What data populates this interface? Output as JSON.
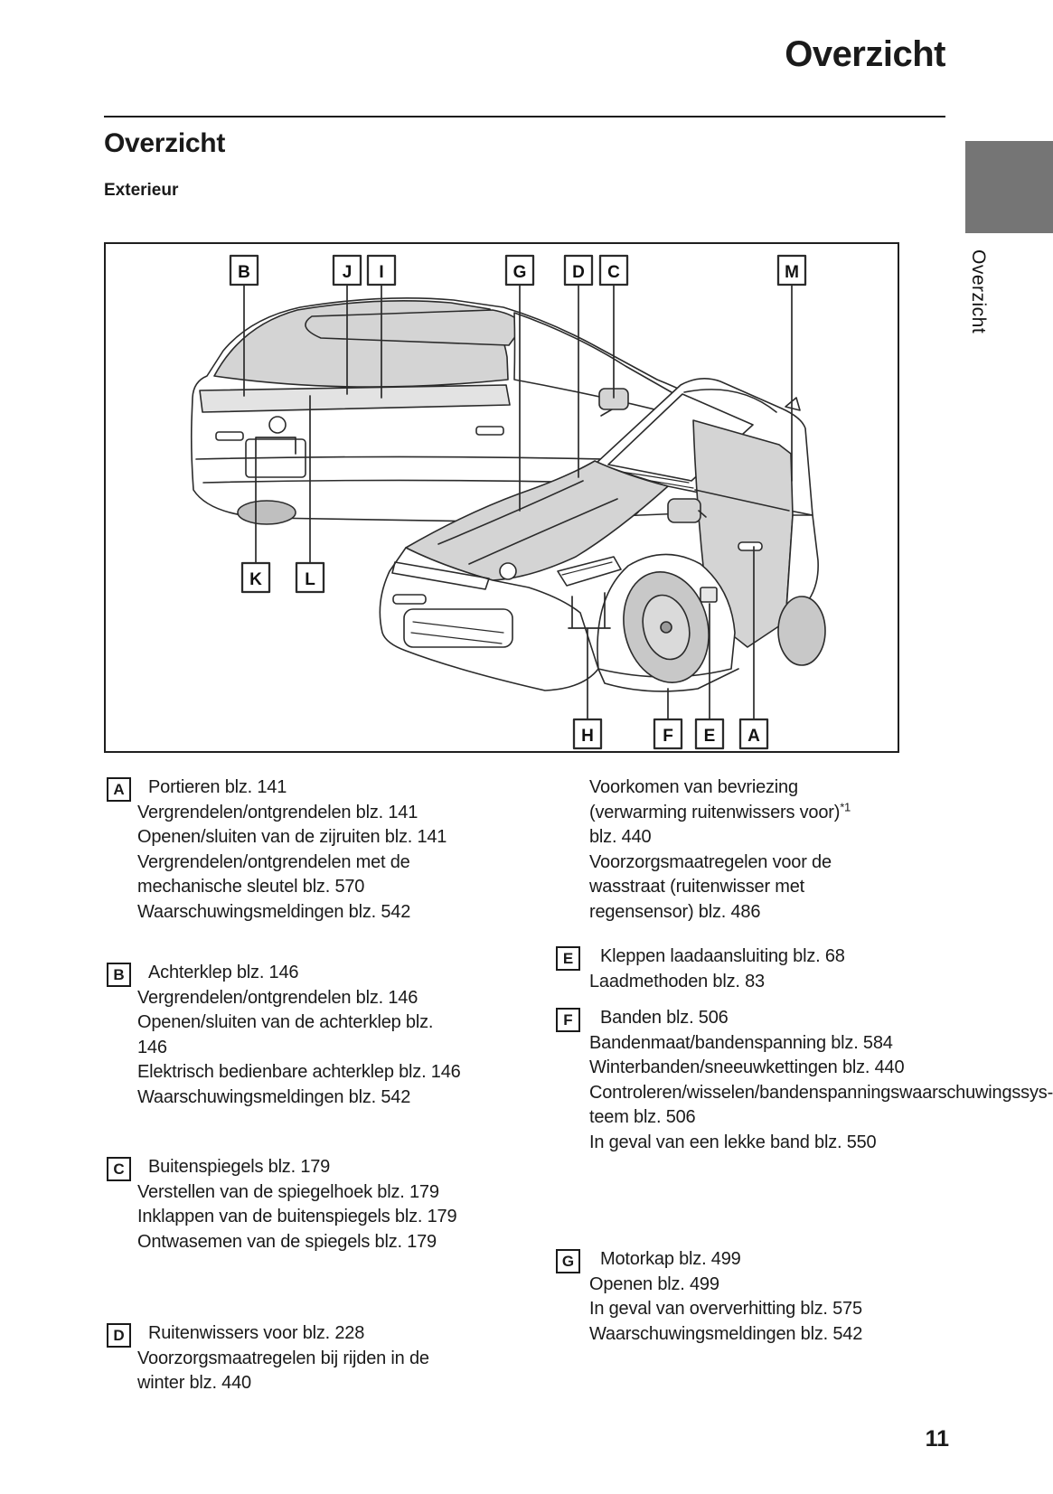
{
  "header": {
    "title": "Overzicht"
  },
  "headings": {
    "section": "Overzicht",
    "subsection": "Exterieur"
  },
  "sidebar": {
    "tab_label": "Overzicht",
    "tab_color": "#757575"
  },
  "footer": {
    "page_number": "11"
  },
  "diagram": {
    "description": "exterior-two-car-callout-diagram",
    "callouts": {
      "b": "B",
      "j": "J",
      "i": "I",
      "g": "G",
      "d": "D",
      "c": "C",
      "m": "M",
      "k": "K",
      "l": "L",
      "h": "H",
      "f": "F",
      "e": "E",
      "a": "A"
    },
    "shade_color": "#d4d4d4",
    "wheel_color": "#c8c8c8",
    "line_color": "#2b2b2b"
  },
  "sections_left": [
    {
      "marker": "A",
      "items": [
        "Portieren blz. 141",
        "Vergrendelen/ontgrendelen blz. 141",
        "Openen/sluiten van de zijruiten blz. 141",
        "Vergrendelen/ontgrendelen met de mechanische sleutel blz. 570",
        "Waarschuwingsmeldingen blz. 542"
      ]
    },
    {
      "marker": "B",
      "items": [
        "Achterklep blz. 146",
        "Vergrendelen/ontgrendelen blz. 146",
        "Openen/sluiten van de achterklep blz. 146",
        "Elektrisch bedienbare achterklep blz. 146",
        "Waarschuwingsmeldingen blz. 542"
      ]
    },
    {
      "marker": "C",
      "items": [
        "Buitenspiegels blz. 179",
        "Verstellen van de spiegelhoek blz. 179",
        "Inklappen van de buitenspiegels blz. 179",
        "Ontwasemen van de spiegels blz. 179"
      ]
    },
    {
      "marker": "D",
      "items": [
        "Ruitenwissers voor blz. 228",
        "Voorzorgsmaatregelen bij rijden in de winter blz. 440"
      ]
    }
  ],
  "d_continued": {
    "line1": "Voorkomen van bevriezing",
    "line2": "(verwarming ruitenwissers voor)",
    "sup": "*1",
    "line3": "blz. 440",
    "item2": "Voorzorgsmaatregelen voor de wasstraat (ruitenwisser met regensensor) blz. 486"
  },
  "sections_right": [
    {
      "marker": "E",
      "items": [
        "Kleppen laadaansluiting blz. 68",
        "Laadmethoden blz. 83"
      ]
    },
    {
      "marker": "F",
      "items": [
        "Banden blz. 506",
        "Bandenmaat/bandenspanning blz. 584",
        "Winterbanden/sneeuwkettingen blz. 440",
        "Controleren/wisselen/bandenspanningswaarschuwingssys­teem blz. 506",
        "In geval van een lekke band blz. 550"
      ]
    },
    {
      "marker": "G",
      "items": [
        "Motorkap blz. 499",
        "Openen blz. 499",
        "In geval van oververhitting blz. 575",
        "Waarschuwingsmeldingen blz. 542"
      ]
    }
  ]
}
